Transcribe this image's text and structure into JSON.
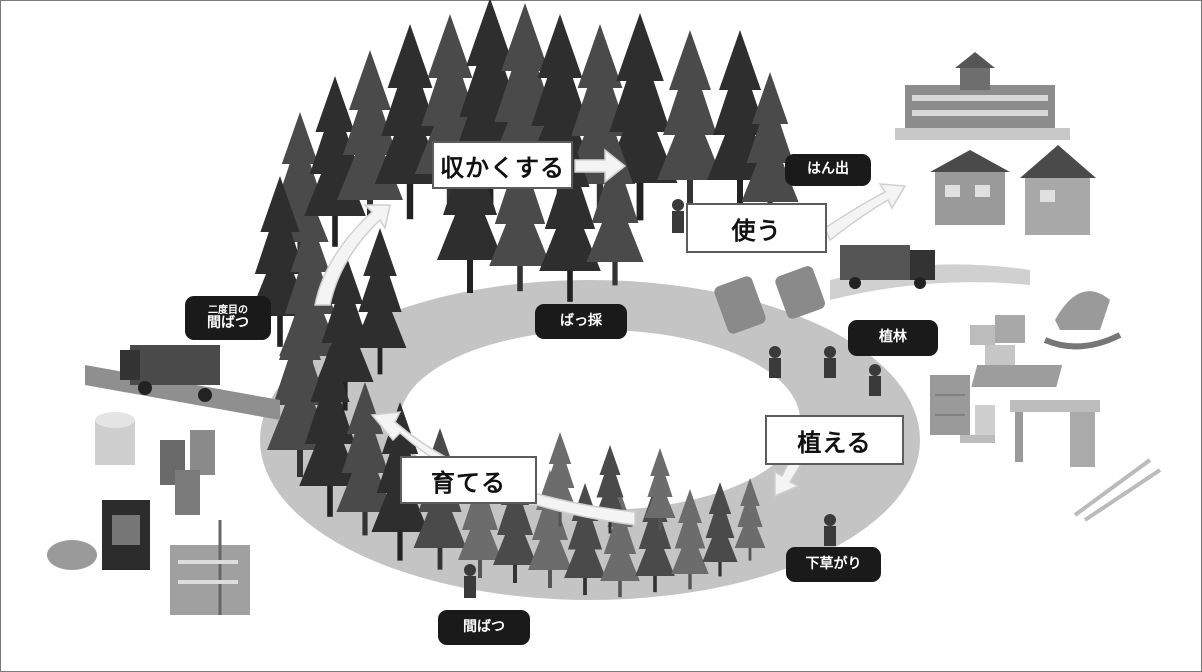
{
  "steps": {
    "harvest": "収かくする",
    "use": "使う",
    "plant": "植える",
    "grow": "育てる"
  },
  "badges": {
    "transport": "はん出",
    "logging": "ばっ採",
    "planting": "植林",
    "weeding": "下草がり",
    "thinning": "間ばつ",
    "second_thinning_top": "二度目の",
    "second_thinning_bottom": "間ばつ"
  },
  "colors": {
    "badge_bg": "#1a1a1a",
    "arrow_fill": "#f4f4f4",
    "tree_dark": "#3a3a3a",
    "tree_mid": "#5a5a5a",
    "ground": "#bdbdbd"
  }
}
